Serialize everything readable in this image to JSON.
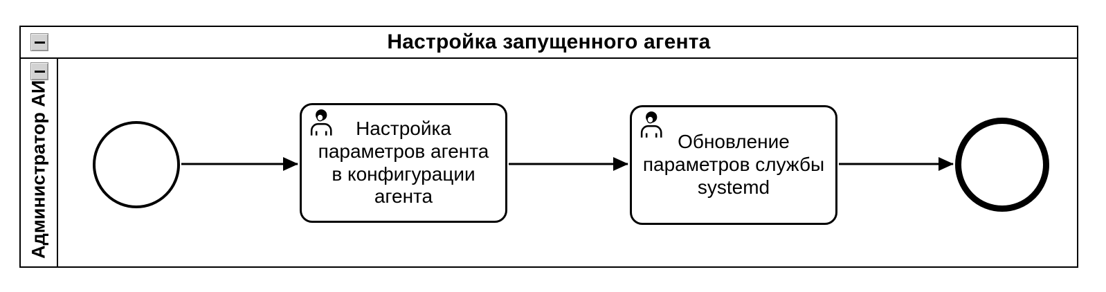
{
  "pool": {
    "title": "Настройка запущенного агента"
  },
  "lane": {
    "label": "Администратор АИС"
  },
  "nodes": {
    "start_event": {
      "type": "start-event"
    },
    "task_1": {
      "type": "user-task",
      "label": "Настройка\nпараметров агента\nв конфигурации\nагента"
    },
    "task_2": {
      "type": "user-task",
      "label": "Обновление\nпараметров службы\nsystemd"
    },
    "end_event": {
      "type": "end-event"
    }
  },
  "flows": [
    {
      "from": "start_event",
      "to": "task_1"
    },
    {
      "from": "task_1",
      "to": "task_2"
    },
    {
      "from": "task_2",
      "to": "end_event"
    }
  ],
  "icons": {
    "pool_collapse": "minus-icon",
    "lane_collapse": "minus-icon",
    "task_marker": "user-icon"
  },
  "colors": {
    "stroke": "#000000",
    "fill": "#ffffff",
    "button_face": "#d2d2d2",
    "button_border": "#8f8f8f"
  }
}
